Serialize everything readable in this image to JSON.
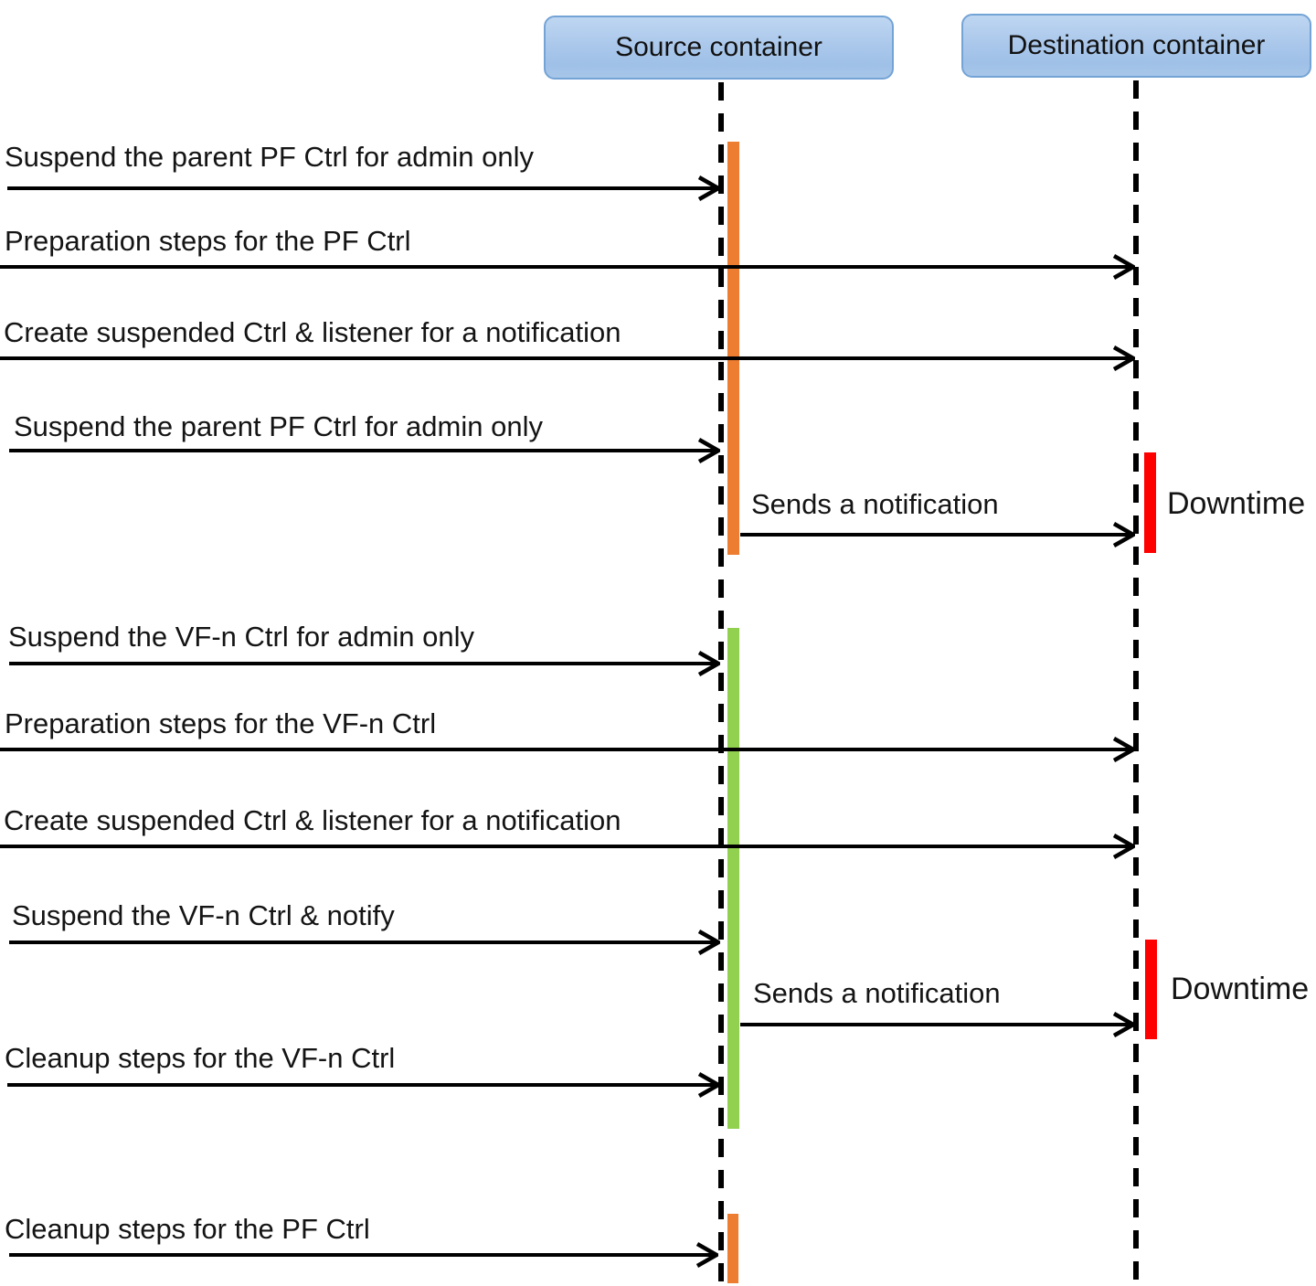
{
  "actors": [
    {
      "label": "Source container"
    },
    {
      "label": "Destination container"
    }
  ],
  "messages": [
    {
      "label": "Suspend the parent PF Ctrl for admin only",
      "from": "external",
      "to": "source"
    },
    {
      "label": "Preparation steps for the PF Ctrl",
      "from": "external",
      "to": "destination"
    },
    {
      "label": "Create suspended Ctrl & listener for a notification",
      "from": "external",
      "to": "destination"
    },
    {
      "label": "Suspend the parent PF Ctrl for admin only",
      "from": "external",
      "to": "source"
    },
    {
      "label": "Sends a notification",
      "from": "source",
      "to": "destination"
    },
    {
      "label": "Suspend the VF-n Ctrl for admin only",
      "from": "external",
      "to": "source"
    },
    {
      "label": "Preparation steps for the VF-n Ctrl",
      "from": "external",
      "to": "destination"
    },
    {
      "label": "Create suspended Ctrl & listener for a notification",
      "from": "external",
      "to": "destination"
    },
    {
      "label": "Suspend the VF-n Ctrl & notify",
      "from": "external",
      "to": "source"
    },
    {
      "label": "Sends a notification",
      "from": "source",
      "to": "destination"
    },
    {
      "label": "Cleanup steps for the VF-n Ctrl",
      "from": "external",
      "to": "source"
    },
    {
      "label": "Cleanup steps for the PF Ctrl",
      "from": "external",
      "to": "source"
    }
  ],
  "annotations": [
    {
      "label": "Downtime"
    },
    {
      "label": "Downtime"
    }
  ],
  "activations": [
    {
      "lifeline": "source",
      "kind": "pf-ctrl",
      "color": "#ED7D31"
    },
    {
      "lifeline": "source",
      "kind": "vf-n-ctrl",
      "color": "#92D050"
    },
    {
      "lifeline": "source",
      "kind": "pf-ctrl-cleanup",
      "color": "#ED7D31"
    },
    {
      "lifeline": "destination",
      "kind": "downtime",
      "color": "#FF0000"
    },
    {
      "lifeline": "destination",
      "kind": "downtime",
      "color": "#FF0000"
    }
  ],
  "colors": {
    "actor_fill": "#A9C7EA",
    "actor_border": "#74A3D6",
    "orange_bar": "#ED7D31",
    "green_bar": "#92D050",
    "red_bar": "#FF0000",
    "line": "#000000"
  }
}
